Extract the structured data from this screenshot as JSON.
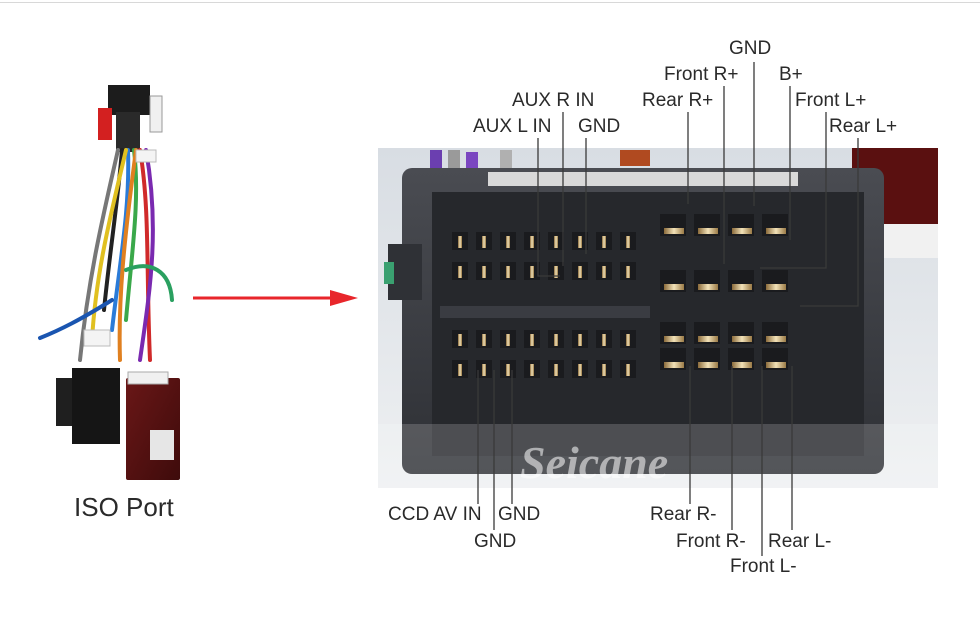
{
  "iso_port_label": "ISO Port",
  "watermark": "Seicane",
  "pin_labels": {
    "gnd_top": "GND",
    "front_r_plus": "Front R+",
    "b_plus": "B+",
    "rear_r_plus": "Rear R+",
    "front_l_plus": "Front L+",
    "aux_r_in": "AUX R IN",
    "aux_l_in": "AUX L IN",
    "gnd_aux": "GND",
    "rear_l_plus": "Rear L+",
    "ccd_av_in": "CCD AV IN",
    "gnd_ccd_right": "GND",
    "gnd_ccd_bottom": "GND",
    "rear_r_minus": "Rear R-",
    "front_r_minus": "Front R-",
    "rear_l_minus": "Rear L-",
    "front_l_minus": "Front L-"
  },
  "colors": {
    "arrow": "#e8262b",
    "connector_body": "#3b3d42",
    "leader_line": "#3a3a3a"
  }
}
